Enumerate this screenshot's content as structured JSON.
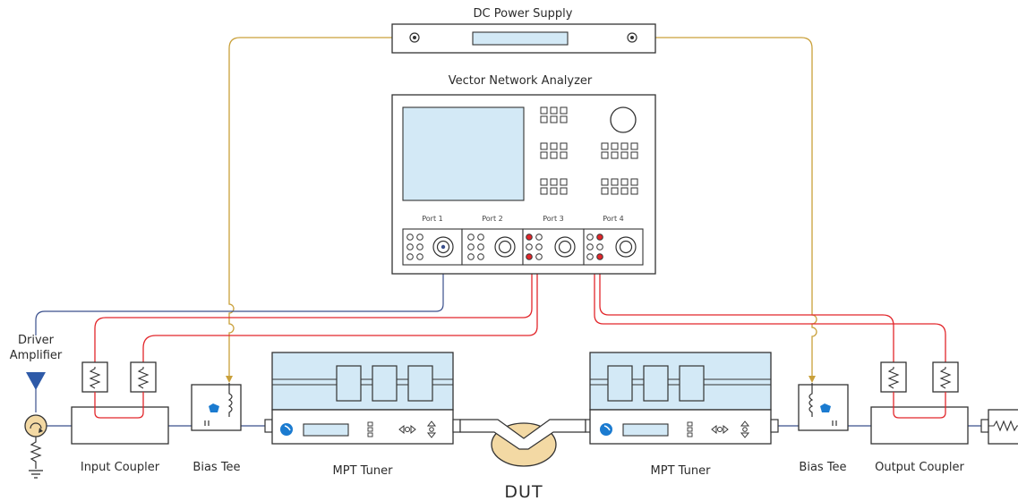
{
  "labels": {
    "dc_power_supply": "DC Power Supply",
    "vna": "Vector Network Analyzer",
    "port1": "Port 1",
    "port2": "Port 2",
    "port3": "Port 3",
    "port4": "Port 4",
    "driver_line1": "Driver",
    "driver_line2": "Amplifier",
    "input_coupler": "Input Coupler",
    "bias_tee_left": "Bias Tee",
    "mpt_tuner_left": "MPT Tuner",
    "dut": "DUT",
    "mpt_tuner_right": "MPT Tuner",
    "bias_tee_right": "Bias Tee",
    "output_coupler": "Output Coupler"
  },
  "colors": {
    "outline": "#333333",
    "dc_line": "#c9a03a",
    "rf_red": "#e2262b",
    "rf_blue": "#3a4f8c",
    "screen": "#d3e9f6",
    "tuner_body": "#d3e9f6",
    "dut_fill": "#f3d9a4",
    "amp_fill": "#2e5aa8",
    "logo": "#1b7bd0"
  },
  "icons": {
    "tuner_logo": "focus-logo-icon",
    "resistor": "resistor-icon",
    "ground": "ground-icon",
    "inductor": "inductor-icon"
  }
}
